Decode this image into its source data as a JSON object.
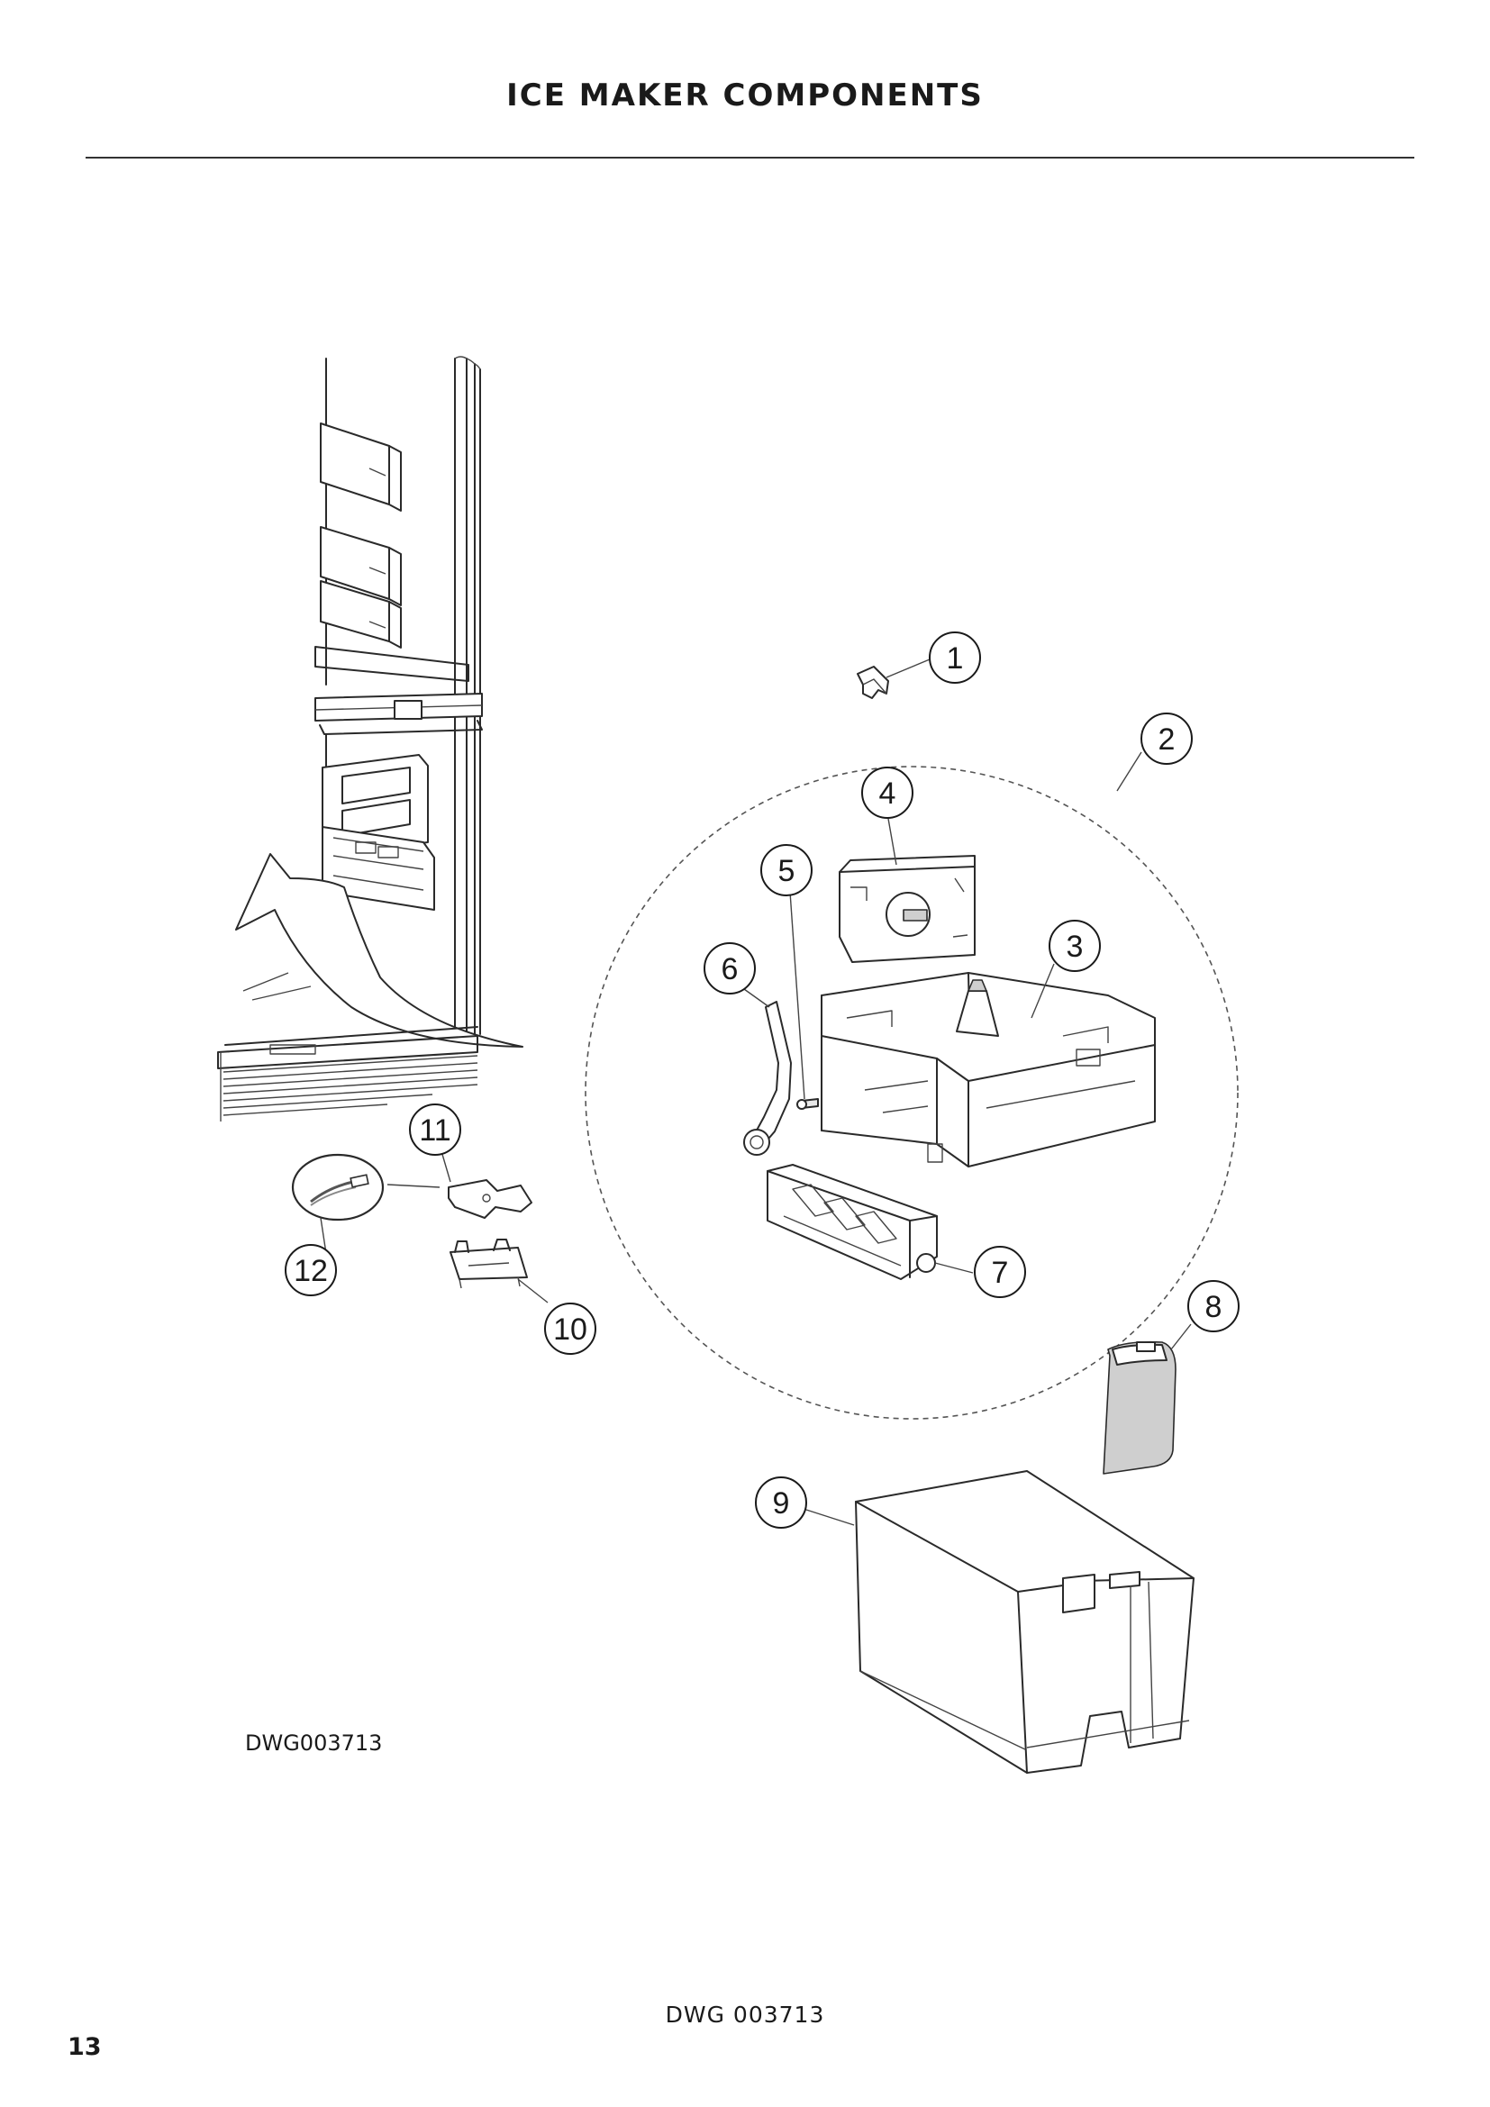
{
  "page": {
    "title": "ICE MAKER COMPONENTS",
    "drawing_code": "DWG003713",
    "footer_code": "DWG 003713",
    "page_number": "13"
  },
  "callouts": [
    {
      "id": "callout-1",
      "label": "1"
    },
    {
      "id": "callout-2",
      "label": "2"
    },
    {
      "id": "callout-3",
      "label": "3"
    },
    {
      "id": "callout-4",
      "label": "4"
    },
    {
      "id": "callout-5",
      "label": "5"
    },
    {
      "id": "callout-6",
      "label": "6"
    },
    {
      "id": "callout-7",
      "label": "7"
    },
    {
      "id": "callout-8",
      "label": "8"
    },
    {
      "id": "callout-9",
      "label": "9"
    },
    {
      "id": "callout-10",
      "label": "10"
    },
    {
      "id": "callout-11",
      "label": "11"
    },
    {
      "id": "callout-12",
      "label": "12"
    }
  ]
}
